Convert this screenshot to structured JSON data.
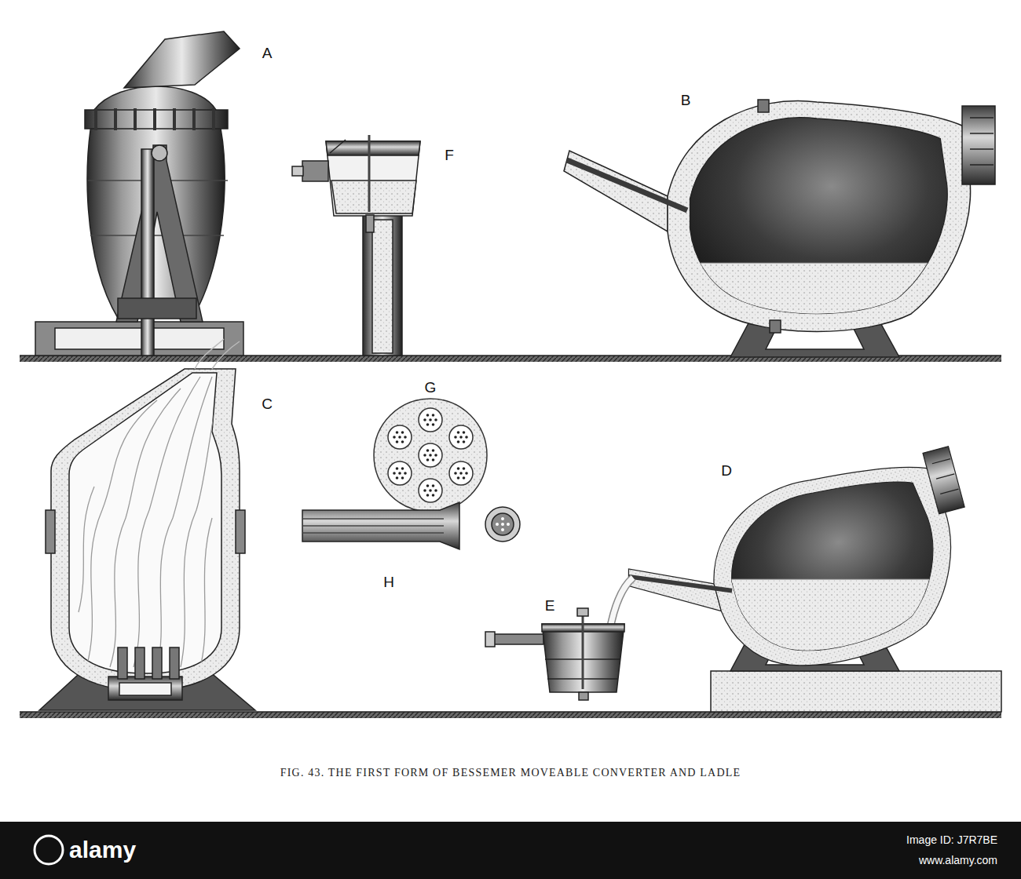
{
  "diagram": {
    "caption": "FIG. 43. THE FIRST FORM OF BESSEMER MOVEABLE CONVERTER AND LADLE",
    "labels": [
      "A",
      "F",
      "B",
      "C",
      "G",
      "D",
      "H",
      "E",
      "alamy",
      "Image ID: J7R7BE",
      "www.alamy.com"
    ]
  }
}
